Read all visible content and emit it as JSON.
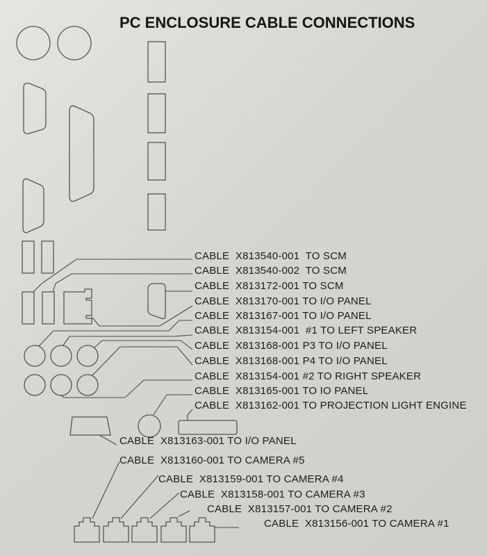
{
  "title": "PC ENCLOSURE CABLE CONNECTIONS",
  "labels": [
    "CABLE  X813540-001  TO SCM",
    "CABLE  X813540-002  TO SCM",
    "CABLE  X813172-001 TO SCM",
    "CABLE  X813170-001 TO I/O PANEL",
    "CABLE  X813167-001 TO I/O PANEL",
    "CABLE  X813154-001  #1 TO LEFT SPEAKER",
    "CABLE  X813168-001 P3 TO I/O PANEL",
    "CABLE  X813168-001 P4 TO I/O PANEL",
    "CABLE  X813154-001 #2 TO RIGHT SPEAKER",
    "CABLE  X813165-001 TO IO PANEL",
    "CABLE  X813162-001 TO PROJECTION LIGHT ENGINE",
    "CABLE  X813163-001 TO I/O PANEL",
    "CABLE  X813160-001 TO CAMERA #5",
    "CABLE  X813159-001 TO CAMERA #4",
    "CABLE  X813158-001 TO CAMERA #3",
    "CABLE  X813157-001 TO CAMERA #2",
    "CABLE  X813156-001 TO CAMERA #1"
  ]
}
